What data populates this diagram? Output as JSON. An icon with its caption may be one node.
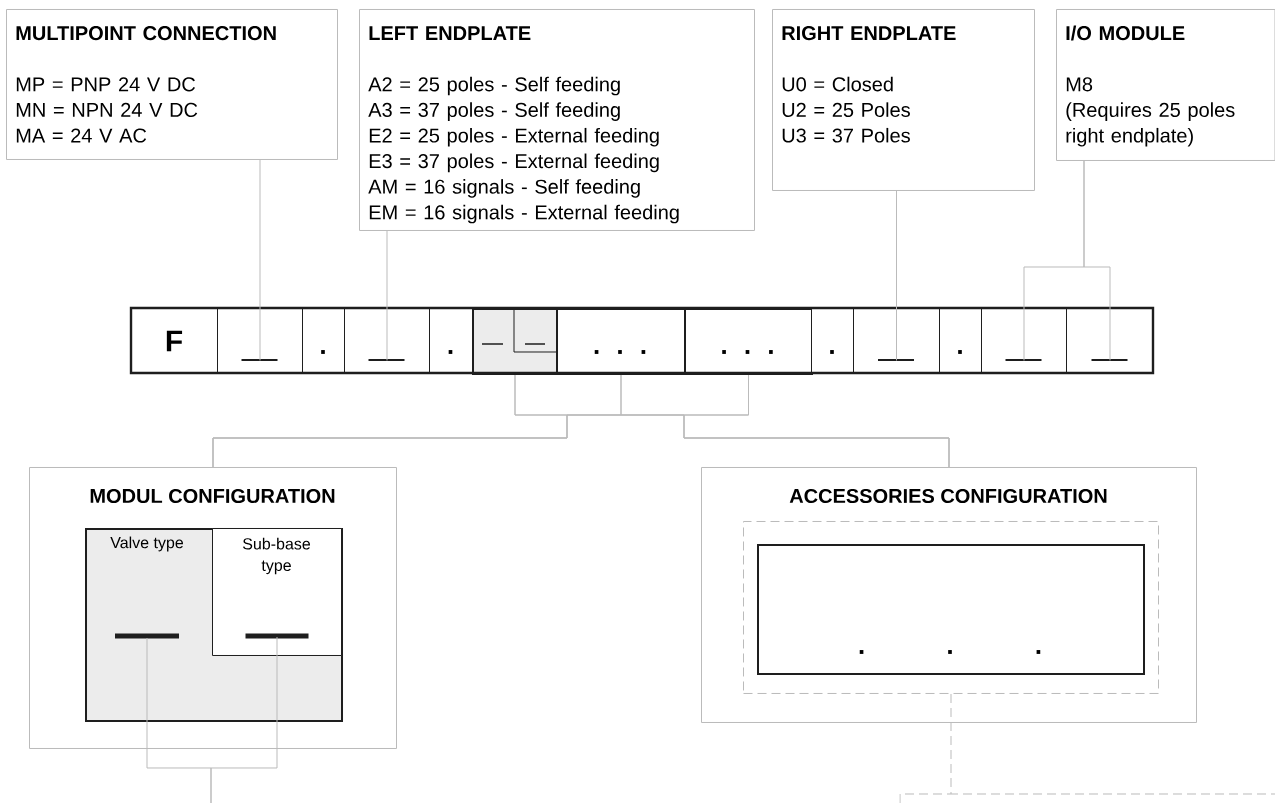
{
  "diagram": {
    "nodes": [
      {
        "text": [
          "MULTIPOINT CONNECTION",
          "MP = PNP 24 V DC",
          "MN = NPN 24 V DC",
          "MA = 24 V AC"
        ]
      },
      {
        "text": [
          "LEFT ENDPLATE",
          "A2 = 25 poles - Self feeding",
          "A3 = 37 poles - Self feeding",
          "E2 = 25 poles - External feeding",
          "E3 = 37 poles - External feeding",
          "AM = 16 signals - Self feeding",
          "EM = 16 signals - External feeding"
        ]
      },
      {
        "text": [
          "RIGHT ENDPLATE",
          "U0 = Closed",
          "U2 = 25 Poles",
          "U3 = 37 Poles"
        ]
      },
      {
        "text": [
          "I/O MODULE",
          "M8",
          "(Requires 25 poles right endplate)"
        ]
      },
      {
        "text": [
          "F"
        ]
      },
      {
        "text": [],
        "shape": "box"
      },
      {
        "text": [
          "."
        ]
      },
      {
        "text": [],
        "shape": "box"
      },
      {
        "text": [
          "."
        ]
      },
      {
        "text": [],
        "shape": "box"
      },
      {
        "text": [
          ". . ."
        ]
      },
      {
        "text": [
          ". . ."
        ]
      },
      {
        "text": [
          "."
        ]
      },
      {
        "text": [],
        "shape": "box"
      },
      {
        "text": [
          "."
        ]
      },
      {
        "text": [],
        "shape": "box"
      },
      {
        "text": [],
        "shape": "box"
      },
      {
        "text": [
          "MODUL CONFIGURATION"
        ]
      },
      {
        "text": [
          "Valve type"
        ],
        "in": 17
      },
      {
        "text": [
          "Sub-base type"
        ],
        "in": 18
      },
      {
        "text": [
          "ACCESSORIES CONFIGURATION"
        ]
      },
      {
        "text": [],
        "shape": "box",
        "in": 20
      },
      {
        "text": [
          ". . ."
        ],
        "in": 21
      }
    ],
    "edges": [
      {
        "from": 0,
        "to": 5,
        "arrow": "none"
      },
      {
        "from": 1,
        "to": 7,
        "arrow": "none"
      },
      {
        "from": 2,
        "to": 13,
        "arrow": "none"
      },
      {
        "from": 3,
        "to": 15,
        "arrow": "none"
      },
      {
        "from": 3,
        "to": 16,
        "arrow": "none"
      },
      {
        "from": 9,
        "to": 17,
        "arrow": "none"
      },
      {
        "from": 10,
        "to": 17,
        "arrow": "none"
      },
      {
        "from": 11,
        "to": 17,
        "arrow": "none"
      },
      {
        "from": 9,
        "to": 20,
        "arrow": "none"
      },
      {
        "from": 10,
        "to": 20,
        "arrow": "none"
      },
      {
        "from": 11,
        "to": 20,
        "arrow": "none"
      },
      {
        "from": 18,
        "to": null,
        "arrow": "none"
      },
      {
        "from": 19,
        "to": null,
        "arrow": "none"
      },
      {
        "from": 21,
        "to": null,
        "arrow": "none",
        "style": "dashed"
      }
    ]
  }
}
